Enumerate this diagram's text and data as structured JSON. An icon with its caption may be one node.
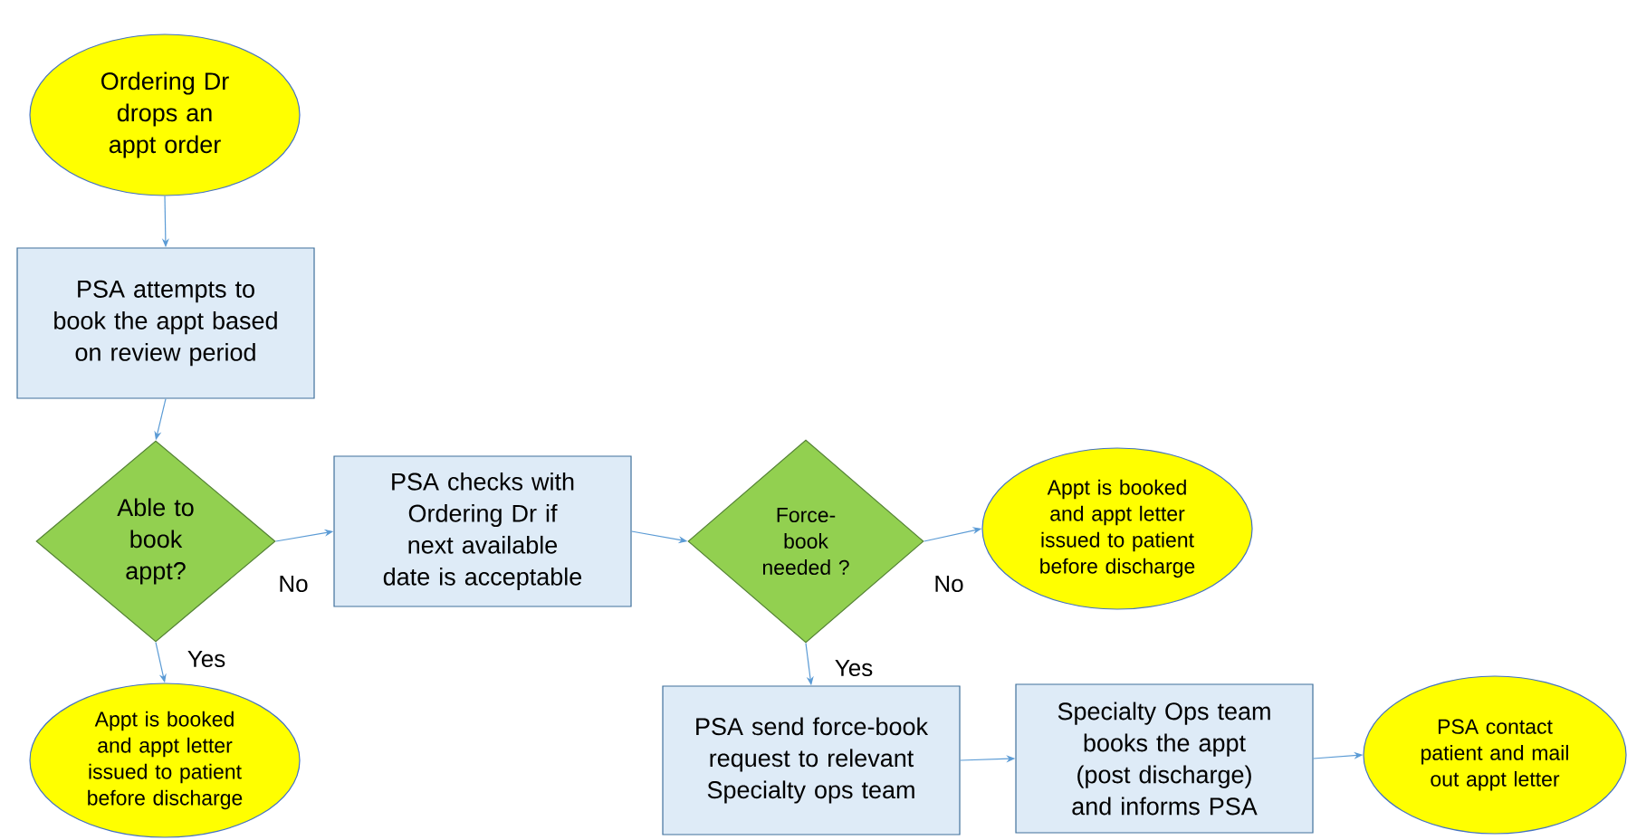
{
  "diagram": {
    "nodes": [
      {
        "text": [
          "Ordering Dr drops an appt order"
        ]
      },
      {
        "text": [
          "PSA attempts to book the appt based on review period"
        ]
      },
      {
        "text": [
          "Able to book appt?"
        ]
      },
      {
        "text": [
          "PSA checks with Ordering Dr if next available date is acceptable"
        ]
      },
      {
        "text": [
          "Force-book needed ?"
        ]
      },
      {
        "text": [
          "Appt is booked and appt letter issued to patient before discharge"
        ]
      },
      {
        "text": [
          "Appt is booked and appt letter issued to patient before discharge"
        ]
      },
      {
        "text": [
          "PSA send force-book request to relevant Specialty ops team"
        ]
      },
      {
        "text": [
          "Specialty Ops team books the appt (post discharge) and informs PSA"
        ]
      },
      {
        "text": [
          "PSA contact patient and mail out appt letter"
        ]
      }
    ],
    "edges": [
      {
        "from": 0,
        "to": 1,
        "arrow": "to"
      },
      {
        "from": 1,
        "to": 2,
        "arrow": "to"
      },
      {
        "from": 2,
        "to": 3,
        "arrow": "to",
        "label": "No"
      },
      {
        "from": 3,
        "to": 4,
        "arrow": "to"
      },
      {
        "from": 4,
        "to": 5,
        "arrow": "to",
        "label": "No"
      },
      {
        "from": 2,
        "to": 6,
        "arrow": "to",
        "label": "Yes"
      },
      {
        "from": 4,
        "to": 7,
        "arrow": "to",
        "label": "Yes"
      },
      {
        "from": 7,
        "to": 8,
        "arrow": "to"
      },
      {
        "from": 8,
        "to": 9,
        "arrow": "to"
      }
    ]
  }
}
